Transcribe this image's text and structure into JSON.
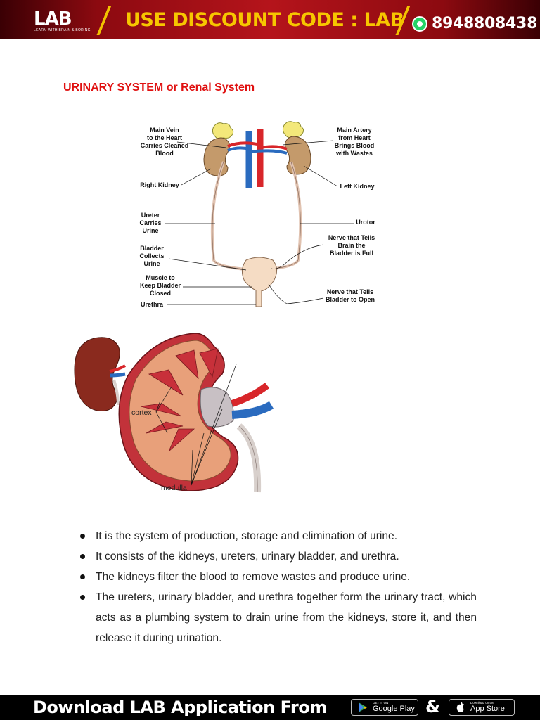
{
  "header": {
    "logo": "LAB",
    "logo_tagline": "LEARN WITH BRAIN & BORING",
    "promo": "USE DISCOUNT CODE : LAB",
    "phone": "8948808438"
  },
  "title": "URINARY SYSTEM or Renal System",
  "diagram1": {
    "labels": {
      "main_vein_1": "Main Vein",
      "main_vein_2": "to the Heart",
      "main_vein_3": "Carries Cleaned",
      "main_vein_4": "Blood",
      "main_artery_1": "Main Artery",
      "main_artery_2": "from Heart",
      "main_artery_3": "Brings Blood",
      "main_artery_4": "with Wastes",
      "right_kidney": "Right Kidney",
      "left_kidney": "Left Kidney",
      "ureter_1": "Ureter",
      "ureter_2": "Carries",
      "ureter_3": "Urine",
      "urotor": "Urotor",
      "bladder_1": "Bladder",
      "bladder_2": "Collects",
      "bladder_3": "Urine",
      "nerve_full_1": "Nerve that Tells",
      "nerve_full_2": "Brain the",
      "nerve_full_3": "Bladder is Full",
      "muscle_1": "Muscle to",
      "muscle_2": "Keep Bladder",
      "muscle_3": "Closed",
      "nerve_open_1": "Nerve that Tells",
      "nerve_open_2": "Bladder to Open",
      "urethra": "Urethra"
    }
  },
  "diagram2": {
    "labels": {
      "cortex": "cortex",
      "medulla": "medulla"
    }
  },
  "bullets": [
    "It is the system of production, storage and elimination of urine.",
    "It consists of the kidneys, ureters, urinary bladder, and urethra.",
    "The kidneys filter the blood to remove wastes and produce urine.",
    "The ureters, urinary bladder, and urethra together form the urinary tract, which acts as a plumbing system to drain urine from the kidneys, store it, and then release it during urination."
  ],
  "footer": {
    "download_text": "Download LAB Application From",
    "google_small": "GET IT ON",
    "google_big": "Google Play",
    "ampersand": "&",
    "apple_small": "Download on the",
    "apple_big": "App Store"
  },
  "colors": {
    "banner_red": "#b5141b",
    "promo_yellow": "#f7c600",
    "title_red": "#e01010",
    "whatsapp_green": "#25d366"
  },
  "icons": [
    "whatsapp-icon",
    "google-play-icon",
    "apple-icon"
  ]
}
